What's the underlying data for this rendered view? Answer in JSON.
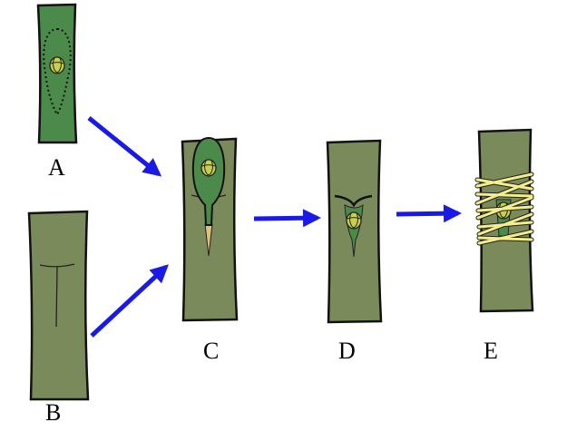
{
  "labels": {
    "a": "A",
    "b": "B",
    "c": "C",
    "d": "D",
    "e": "E"
  },
  "colors": {
    "arrow": "#1a1ae6",
    "stem": "#7b8a5a",
    "bark": "#4b8a4a",
    "bud": "#c8cf48",
    "tie": "#f4ee8a"
  }
}
